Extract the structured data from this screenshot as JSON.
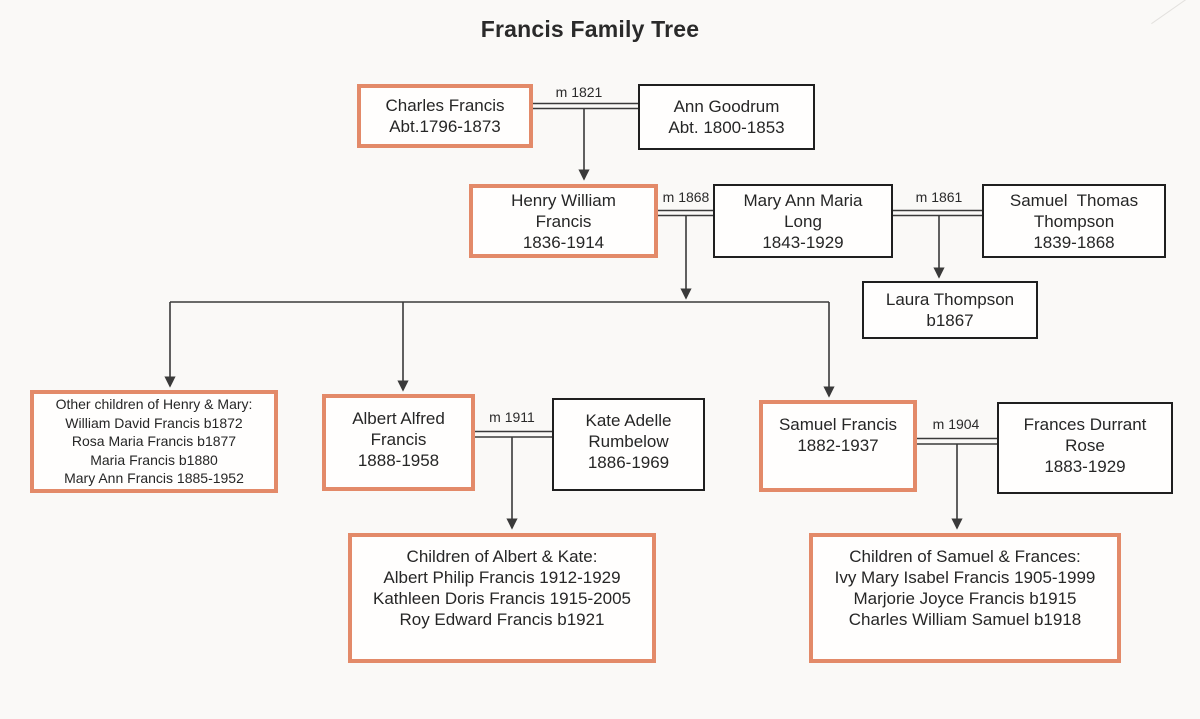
{
  "title": "Francis Family Tree",
  "colors": {
    "highlight_border": "#e38a69",
    "plain_border": "#1f1f1f",
    "connector": "#3a3a3a",
    "paper": "#faf9f7",
    "box_fill": "#fffefd",
    "text": "#262626"
  },
  "people": {
    "charles": {
      "lines": [
        "Charles Francis",
        "Abt.1796-1873"
      ]
    },
    "ann": {
      "lines": [
        "Ann Goodrum",
        "Abt. 1800-1853"
      ]
    },
    "henry": {
      "lines": [
        "Henry William",
        "Francis",
        "1836-1914"
      ]
    },
    "mary": {
      "lines": [
        "Mary Ann Maria",
        "Long",
        "1843-1929"
      ]
    },
    "samuel_thompson": {
      "lines": [
        "Samuel  Thomas",
        "Thompson",
        "1839-1868"
      ]
    },
    "laura": {
      "lines": [
        "Laura Thompson",
        "b1867"
      ]
    },
    "other_children": {
      "lines": [
        "Other children of Henry & Mary:",
        "William David Francis b1872",
        "Rosa Maria Francis b1877",
        "Maria Francis b1880",
        "Mary Ann Francis 1885-1952"
      ]
    },
    "albert": {
      "lines": [
        "Albert Alfred",
        "Francis",
        "1888-1958"
      ]
    },
    "kate": {
      "lines": [
        "Kate Adelle",
        "Rumbelow",
        "1886-1969"
      ]
    },
    "samuel_francis": {
      "lines": [
        "Samuel Francis",
        "1882-1937"
      ]
    },
    "frances": {
      "lines": [
        "Frances Durrant",
        "Rose",
        "1883-1929"
      ]
    },
    "children_albert_kate": {
      "lines": [
        "Children of Albert & Kate:",
        "Albert Philip Francis 1912-1929",
        "Kathleen Doris Francis 1915-2005",
        "Roy Edward Francis b1921"
      ]
    },
    "children_samuel_frances": {
      "lines": [
        "Children of Samuel & Frances:",
        "Ivy Mary Isabel Francis 1905-1999",
        "Marjorie Joyce Francis b1915",
        "Charles William Samuel b1918"
      ]
    }
  },
  "marriages": {
    "charles_ann": "m 1821",
    "henry_mary": "m 1868",
    "mary_samuel_thompson": "m 1861",
    "albert_kate": "m 1911",
    "samuel_frances": "m 1904"
  }
}
